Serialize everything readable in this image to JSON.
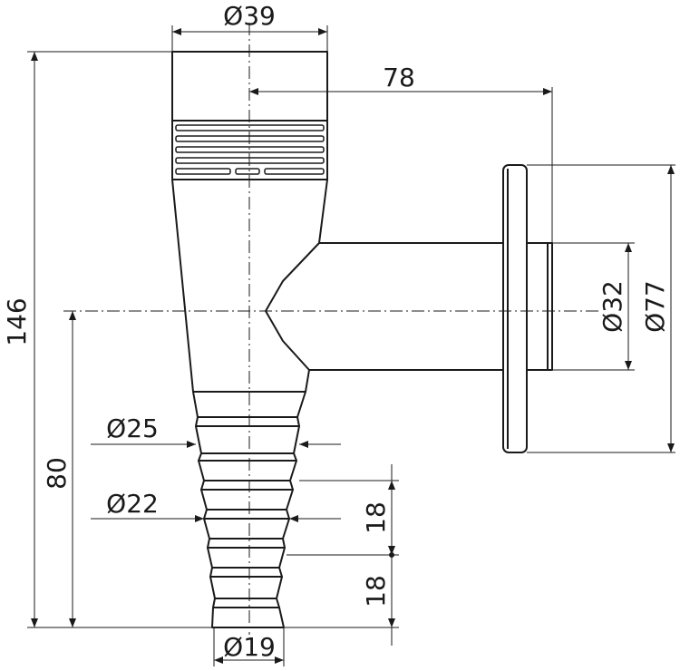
{
  "drawing": {
    "labels": {
      "d39": "Ø39",
      "l78": "78",
      "l146": "146",
      "d32": "Ø32",
      "d77": "Ø77",
      "d25": "Ø25",
      "l80": "80",
      "d22": "Ø22",
      "l18a": "18",
      "l18b": "18",
      "d19": "Ø19"
    },
    "colors": {
      "line": "#1a1a1a",
      "background": "#ffffff"
    }
  }
}
